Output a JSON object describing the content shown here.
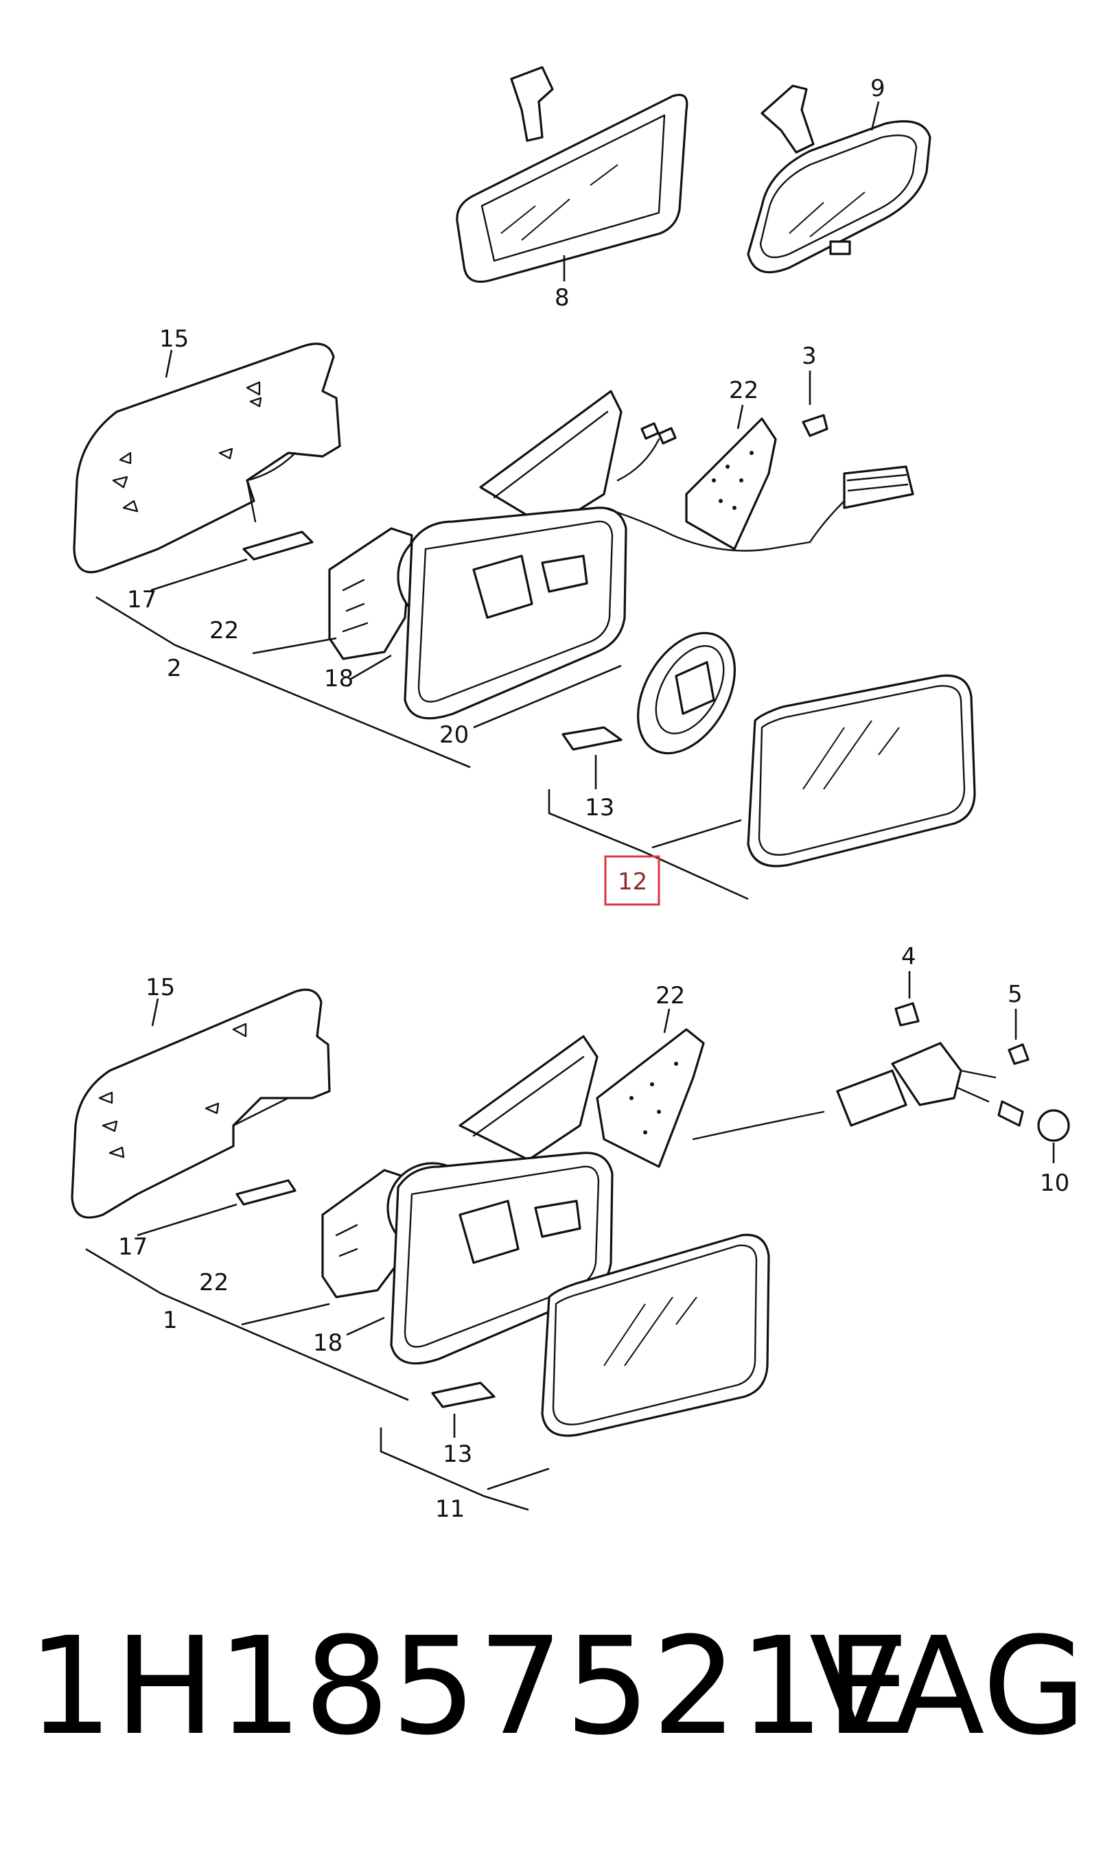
{
  "callouts": {
    "top_interior": {
      "left_mirror": "8",
      "right_mirror": "9"
    },
    "upper_assembly": {
      "housing_cover": "15",
      "clip_17": "17",
      "group_2": "2",
      "frame_22": "22",
      "base_18": "18",
      "ring_20": "20",
      "trim_22": "22",
      "screw_3": "3",
      "clip_13": "13",
      "glass_group_12": "12"
    },
    "lower_assembly": {
      "housing_cover": "15",
      "clip_17": "17",
      "group_1": "1",
      "frame_22": "22",
      "base_18": "18",
      "trim_22": "22",
      "screw_4": "4",
      "nut_5": "5",
      "cap_10": "10",
      "clip_13": "13",
      "glass_group_11": "11"
    }
  },
  "highlight": {
    "callout": "12",
    "color": "#d9383f"
  },
  "footer": {
    "part_number": "1H1857521E",
    "brand": "VAG"
  }
}
